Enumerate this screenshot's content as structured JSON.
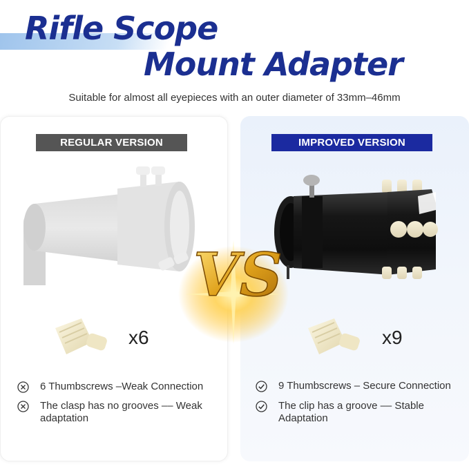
{
  "header": {
    "title_line1": "Rifle Scope",
    "title_line2": "Mount Adapter",
    "subtitle": "Suitable for almost all eyepieces with an outer diameter of 33mm–46mm"
  },
  "regular": {
    "label": "REGULAR VERSION",
    "thumbscrew_count": "x6",
    "features": [
      {
        "icon": "cross-circle-icon",
        "text": "6 Thumbscrews –Weak Connection"
      },
      {
        "icon": "cross-circle-icon",
        "text": "The clasp has no grooves ––  Weak adaptation"
      }
    ]
  },
  "improved": {
    "label": "IMPROVED VERSION",
    "thumbscrew_count": "x9",
    "features": [
      {
        "icon": "check-circle-icon",
        "text": "9 Thumbscrews – Secure Connection"
      },
      {
        "icon": "check-circle-icon",
        "text": "The clip has a groove –– Stable Adaptation"
      }
    ]
  },
  "vs_text": "VS",
  "colors": {
    "title_blue": "#1b2f91",
    "regular_label_bg": "#555555",
    "improved_label_bg": "#1b2aa0",
    "vs_gold": "#d99a16"
  }
}
